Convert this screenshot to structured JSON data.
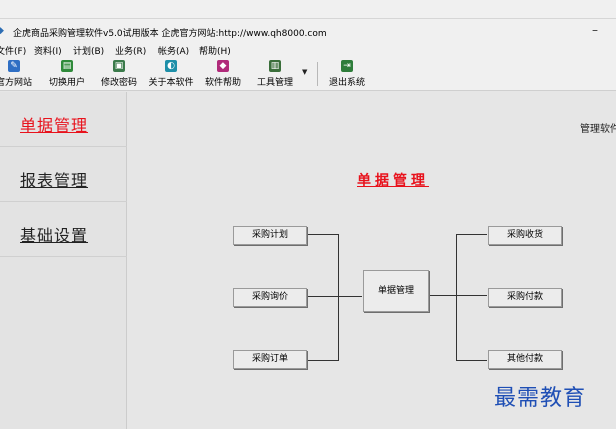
{
  "window": {
    "title": "企虎商品采购管理软件v5.0试用版本 企虎官方网站:http://www.qh8000.com",
    "minimize_glyph": "–"
  },
  "menubar": {
    "items": [
      "文件(F)",
      "资料(I)",
      "计划(B)",
      "业务(R)",
      "帐务(A)",
      "帮助(H)"
    ]
  },
  "toolbar": {
    "items": [
      {
        "label": "官方网站",
        "icon": "website-icon"
      },
      {
        "label": "切换用户",
        "icon": "switch-user-icon"
      },
      {
        "label": "修改密码",
        "icon": "password-icon"
      },
      {
        "label": "关于本软件",
        "icon": "about-icon"
      },
      {
        "label": "软件帮助",
        "icon": "help-book-icon"
      },
      {
        "label": "工具管理",
        "icon": "tools-icon"
      },
      {
        "label": "退出系统",
        "icon": "exit-icon"
      }
    ],
    "dropdown_glyph": "▼"
  },
  "sidebar": {
    "items": [
      {
        "label": "单据管理",
        "active": true
      },
      {
        "label": "报表管理",
        "active": false
      },
      {
        "label": "基础设置",
        "active": false
      }
    ]
  },
  "main": {
    "corner_text": "管理软件",
    "flow_title": "单据管理",
    "center_node": "单据管理",
    "left_nodes": [
      "采购计划",
      "采购询价",
      "采购订单"
    ],
    "right_nodes": [
      "采购收货",
      "采购付款",
      "其他付款"
    ]
  },
  "watermark": "最需教育",
  "colors": {
    "accent_red": "#e8121c",
    "watermark_blue": "#1f4fb5"
  }
}
